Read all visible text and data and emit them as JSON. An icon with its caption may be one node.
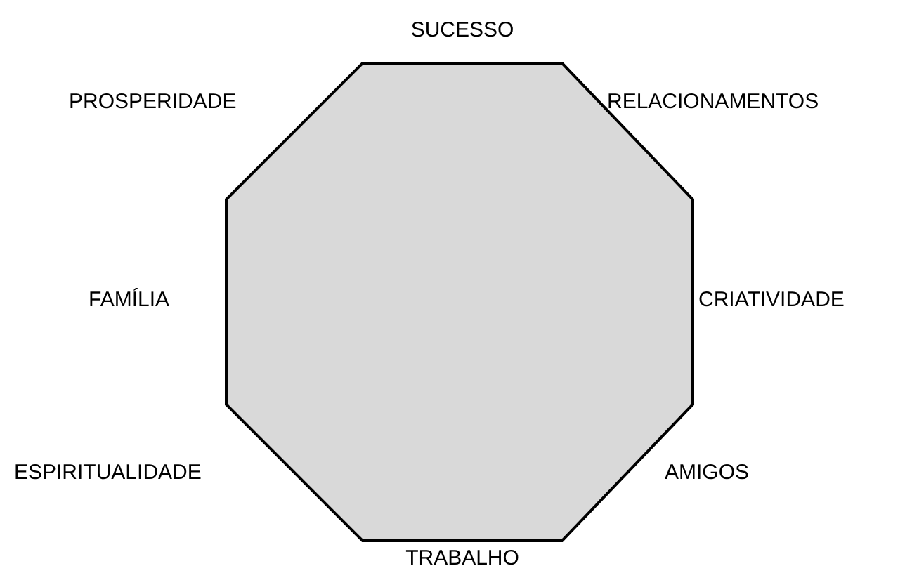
{
  "diagram": {
    "nodes": [
      {
        "text": [],
        "shape": "octagon"
      }
    ],
    "labels": [
      "SUCESSO",
      "PROSPERIDADE",
      "RELACIONAMENTOS",
      "FAMÍLIA",
      "CRIATIVIDADE",
      "ESPIRITUALIDADE",
      "AMIGOS",
      "TRABALHO"
    ]
  }
}
